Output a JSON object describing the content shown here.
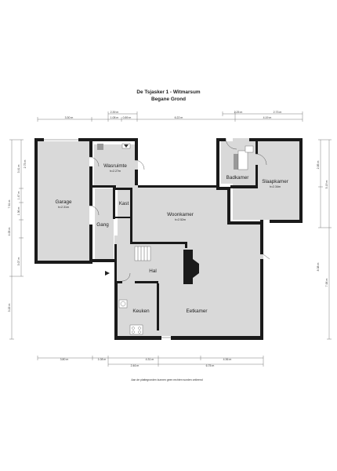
{
  "header": {
    "title": "De Tsjasker 1 - Witmarsum",
    "subtitle": "Begane Grond"
  },
  "rooms": {
    "garage": {
      "name": "Garage",
      "height": "h=2.31m"
    },
    "wasruimte": {
      "name": "Wasruimte",
      "height": "h=2.27m"
    },
    "kast": {
      "name": "Kast"
    },
    "gang": {
      "name": "Gang"
    },
    "woonkamer": {
      "name": "Woonkamer",
      "height": "h=2.52m"
    },
    "hal": {
      "name": "Hal"
    },
    "keuken": {
      "name": "Keuken"
    },
    "eetkamer": {
      "name": "Eetkamer"
    },
    "badkamer": {
      "name": "Badkamer"
    },
    "slaapkamer": {
      "name": "Slaapkamer",
      "height": "h=2.34m"
    }
  },
  "dimensions": {
    "top_outer": {
      "left": "3.30 m",
      "mid_a": "1.08 m",
      "mid_b": "0.89 m",
      "center": "6.22 m",
      "right": "4.19 m"
    },
    "top_inner": {
      "a": "2.39 m",
      "b": "2.25 m",
      "c": "2.73 m"
    },
    "left_outer": {
      "a": "7.61 m",
      "b": "4.05 m",
      "c": "3.22 m"
    },
    "left_inner": {
      "a": "3.41 m",
      "b": "2.75 m",
      "c": "1.47 m",
      "d": "1.36 m",
      "e": "3.07 m"
    },
    "right": {
      "a": "2.85 m",
      "b": "5.19 m",
      "c": "8.38 m",
      "d": "7.06 m"
    },
    "bottom_outer": {
      "a": "3.80 m",
      "b": "1.08 m",
      "c": "4.31 m",
      "d": "4.36 m"
    },
    "bottom_inner": {
      "a": "2.46 m",
      "b": "6.75 m"
    }
  },
  "footer": {
    "disclaimer": "Aan de plattegronden kunnen geen rechten worden ontleend"
  }
}
